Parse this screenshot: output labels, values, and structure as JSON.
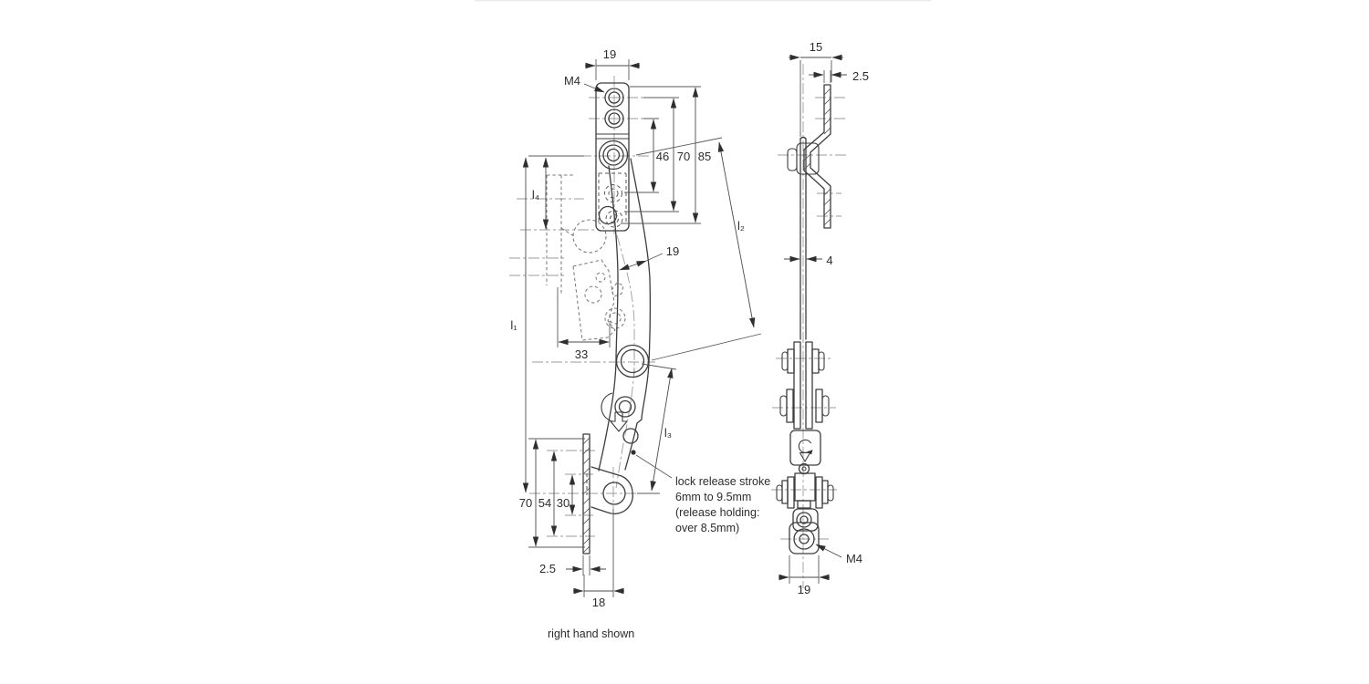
{
  "colors": {
    "line": "#3d3d3d",
    "dimension": "#4a4a4a",
    "background": "#ffffff"
  },
  "front_view": {
    "dims": {
      "top_width": "19",
      "thread": "M4",
      "span_46": "46",
      "span_70": "70",
      "span_85": "85",
      "l2": "l₂",
      "arm_width": "19",
      "offset_33": "33",
      "l1": "l₁",
      "l4": "l₄",
      "l3": "l₃",
      "plate_height_70": "70",
      "span_54": "54",
      "span_30": "30",
      "plate_thickness": "2.5",
      "base_width": "18"
    }
  },
  "side_view": {
    "dims": {
      "top_width": "15",
      "plate_thickness": "2.5",
      "arm_thickness": "4",
      "thread": "M4",
      "bottom_width": "19"
    }
  },
  "note": {
    "line1": "lock release stroke",
    "line2": "6mm to 9.5mm",
    "line3": "(release holding:",
    "line4": "over 8.5mm)"
  },
  "caption": "right hand shown"
}
